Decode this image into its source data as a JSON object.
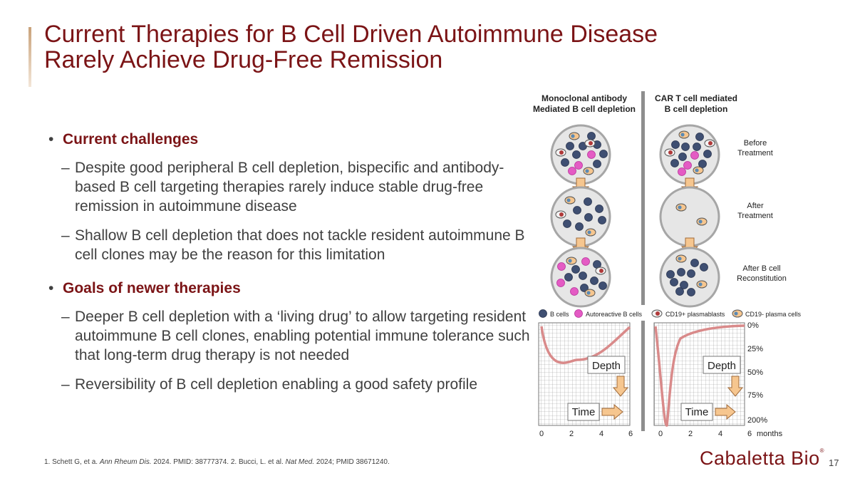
{
  "slide": {
    "title_line1": "Current Therapies for B Cell Driven Autoimmune Disease",
    "title_line2": "Rarely Achieve Drug-Free Remission",
    "page_number": "17"
  },
  "bullets": [
    {
      "heading": "Current challenges",
      "subs": [
        "Despite good peripheral B cell depletion, bispecific and antibody-based B cell targeting therapies rarely induce stable drug-free remission in autoimmune disease",
        "Shallow B cell depletion that does not tackle resident autoimmune B cell clones may be the reason for this limitation"
      ]
    },
    {
      "heading": "Goals of newer therapies",
      "subs": [
        "Deeper B cell depletion with a ‘living drug’ to allow targeting resident autoimmune B cell clones, enabling potential immune tolerance such that long-term drug therapy is not needed",
        "Reversibility of B cell depletion enabling a good safety profile"
      ]
    }
  ],
  "figure": {
    "col1_line1": "Monoclonal antibody",
    "col1_line2": "Mediated B cell depletion",
    "col2_line1": "CAR T cell mediated",
    "col2_line2": "B cell depletion",
    "stage1_line1": "Before",
    "stage1_line2": "Treatment",
    "stage2_line1": "After",
    "stage2_line2": "Treatment",
    "stage3_line1": "After B cell",
    "stage3_line2": "Reconstitution",
    "legend": [
      "B cells",
      "Autoreactive B cells",
      "CD19+ plasmablasts",
      "CD19- plasma cells"
    ],
    "depth_label": "Depth",
    "time_label": "Time",
    "y_ticks": [
      "0%",
      "25%",
      "50%",
      "75%",
      "200%"
    ],
    "x_ticks_left": [
      "0",
      "2",
      "4",
      "6"
    ],
    "x_ticks_right": [
      "0",
      "2",
      "4",
      "6"
    ],
    "x_unit": "months",
    "colors": {
      "brand": "#7b1416",
      "b_cell": "#3f4f72",
      "autoreactive": "#e45bc4",
      "arrow": "#f6c68f",
      "curve": "#d98a8a"
    }
  },
  "footnote": {
    "ref1_pre": "1. Schett G, et a. ",
    "ref1_journal": "Ann Rheum Dis.",
    "ref1_post": " 2024. PMID: 38777374. 2. Bucci, L. et al. ",
    "ref2_journal": "Nat Med.",
    "ref2_post": " 2024; PMID 38671240."
  },
  "logo": {
    "text": "Cabaletta Bio",
    "mark": "®"
  }
}
